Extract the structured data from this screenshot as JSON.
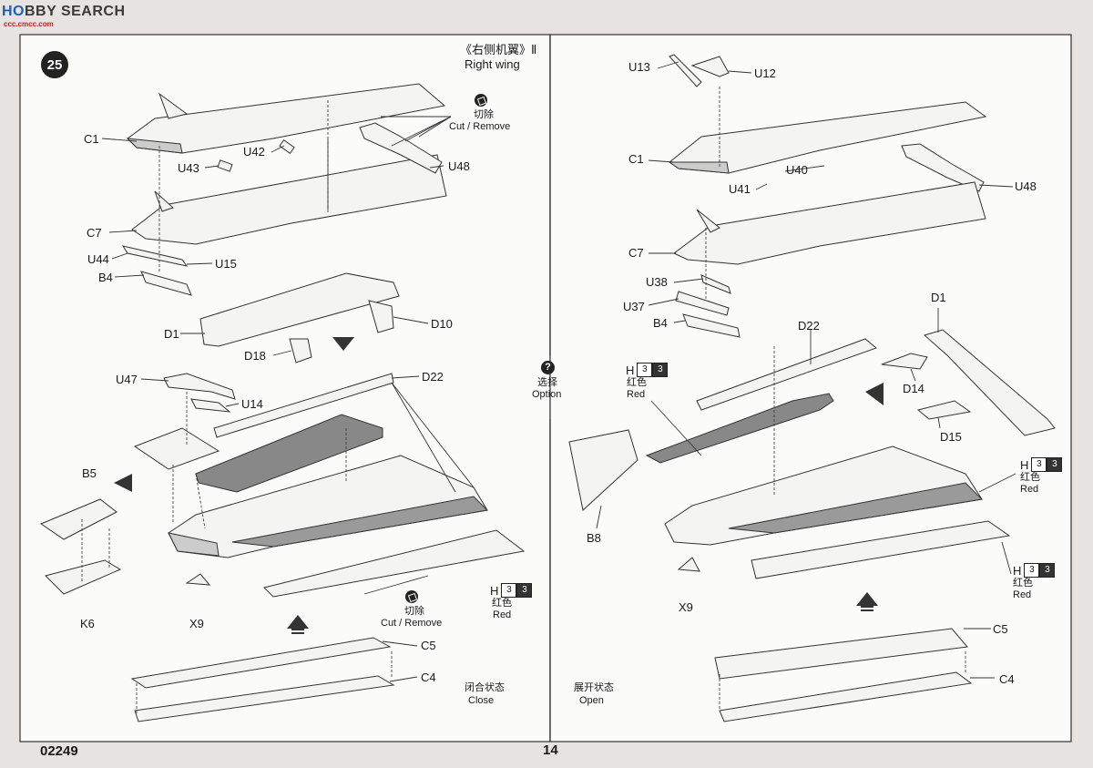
{
  "watermark": {
    "part1": "HO",
    "part2": "BBY SEARCH",
    "sub": "ccc.cmcc.com"
  },
  "step": {
    "number": "25"
  },
  "left": {
    "title_cn": "《右侧机翼》Ⅱ",
    "title_en": "Right wing",
    "cut1_cn": "切除",
    "cut1_en": "Cut / Remove",
    "cut2_cn": "切除",
    "cut2_en": "Cut / Remove",
    "paint": {
      "h": "H",
      "num1": "3",
      "num2": "3",
      "cn": "红色",
      "en": "Red"
    },
    "close_cn": "闭合状态",
    "close_en": "Close",
    "parts": {
      "C1": "C1",
      "U42": "U42",
      "U43": "U43",
      "U48": "U48",
      "C7": "C7",
      "U44": "U44",
      "U15": "U15",
      "B4": "B4",
      "D1": "D1",
      "D10": "D10",
      "D18": "D18",
      "U47": "U47",
      "U14": "U14",
      "D22": "D22",
      "B5": "B5",
      "K6": "K6",
      "X9": "X9",
      "C5": "C5",
      "C4": "C4"
    }
  },
  "center": {
    "option_cn": "选择",
    "option_en": "Option"
  },
  "right": {
    "paint1": {
      "h": "H",
      "num1": "3",
      "num2": "3",
      "cn": "红色",
      "en": "Red"
    },
    "paint2": {
      "h": "H",
      "num1": "3",
      "num2": "3",
      "cn": "红色",
      "en": "Red"
    },
    "paint3": {
      "h": "H",
      "num1": "3",
      "num2": "3",
      "cn": "红色",
      "en": "Red"
    },
    "open_cn": "展开状态",
    "open_en": "Open",
    "parts": {
      "U13": "U13",
      "U12": "U12",
      "C1": "C1",
      "U40": "U40",
      "U41": "U41",
      "U48": "U48",
      "C7": "C7",
      "U38": "U38",
      "U37": "U37",
      "B4": "B4",
      "D1": "D1",
      "D22": "D22",
      "D14": "D14",
      "D15": "D15",
      "B8": "B8",
      "X9": "X9",
      "C5": "C5",
      "C4": "C4"
    }
  },
  "footer": {
    "code": "02249",
    "page": "14"
  }
}
